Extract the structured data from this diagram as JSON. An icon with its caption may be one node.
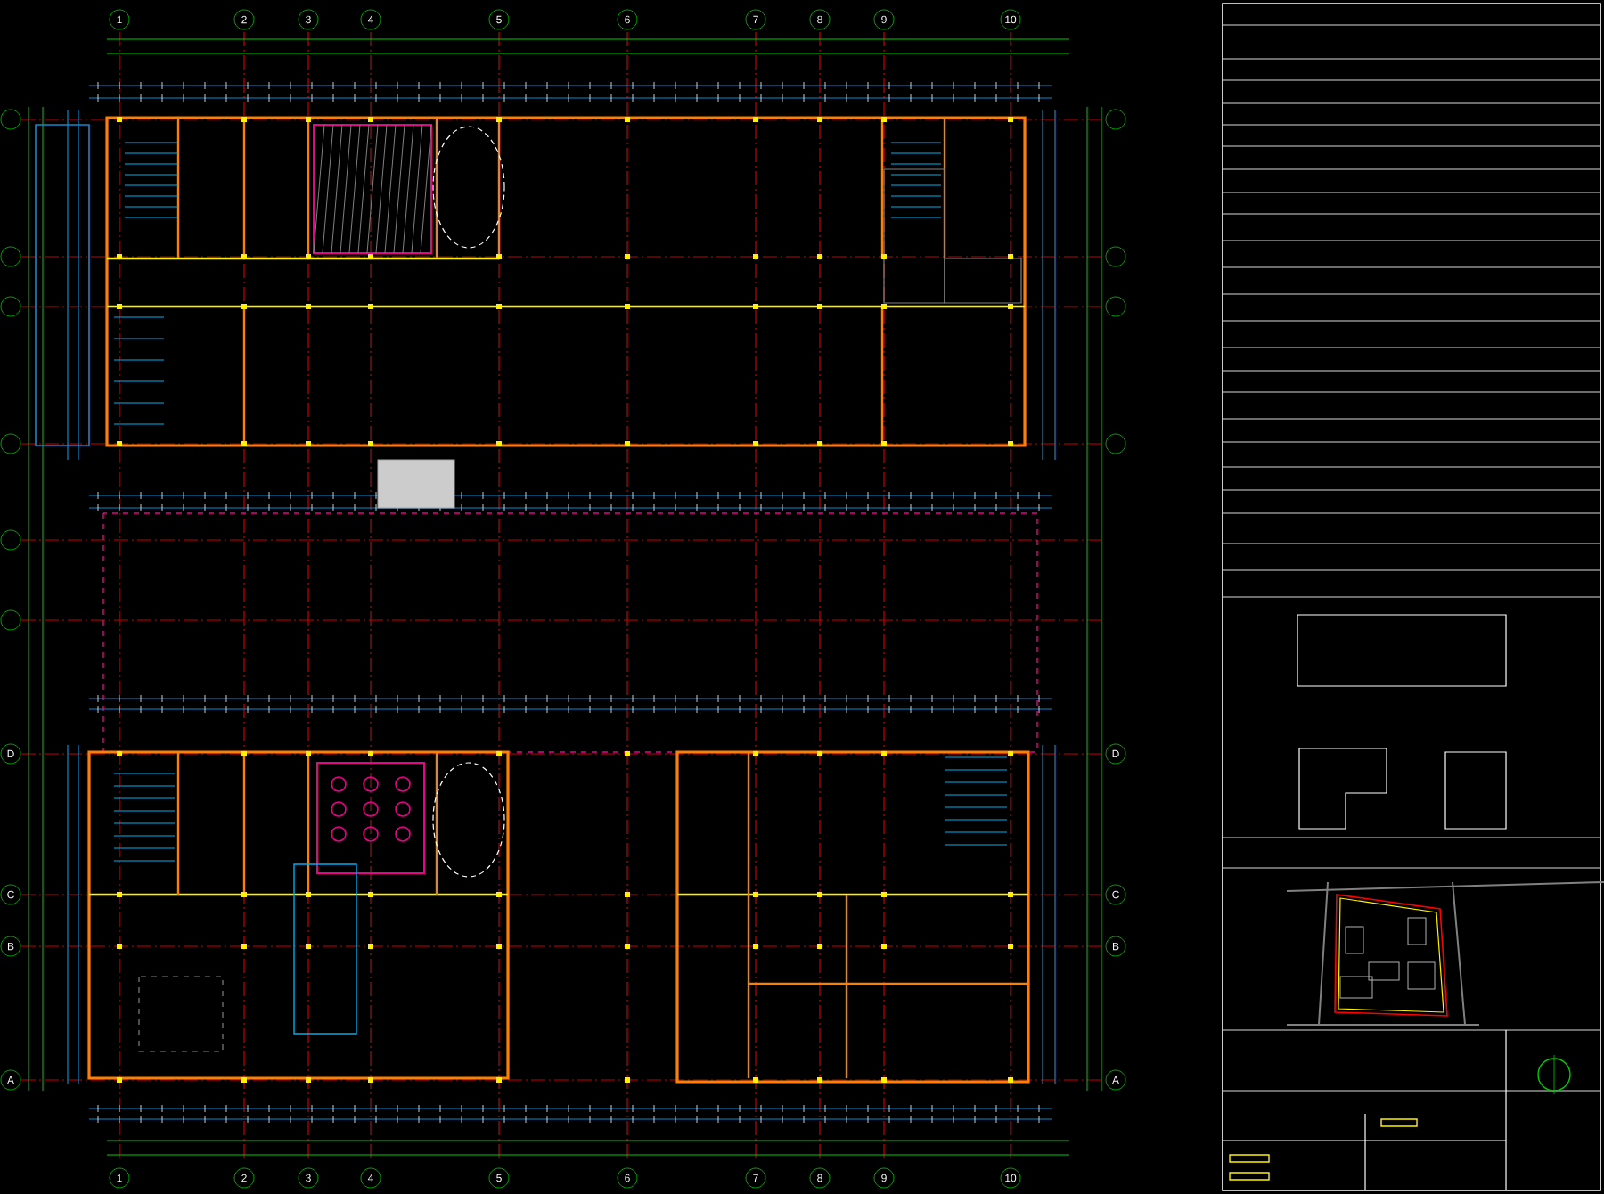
{
  "diagram": {
    "labels": [
      "1",
      "2",
      "3",
      "4",
      "5",
      "6",
      "7",
      "8",
      "9",
      "10",
      "1",
      "2",
      "3",
      "4",
      "5",
      "6",
      "7",
      "8",
      "9",
      "10",
      "D",
      "C",
      "B",
      "A",
      "D",
      "C",
      "B",
      "A"
    ]
  }
}
